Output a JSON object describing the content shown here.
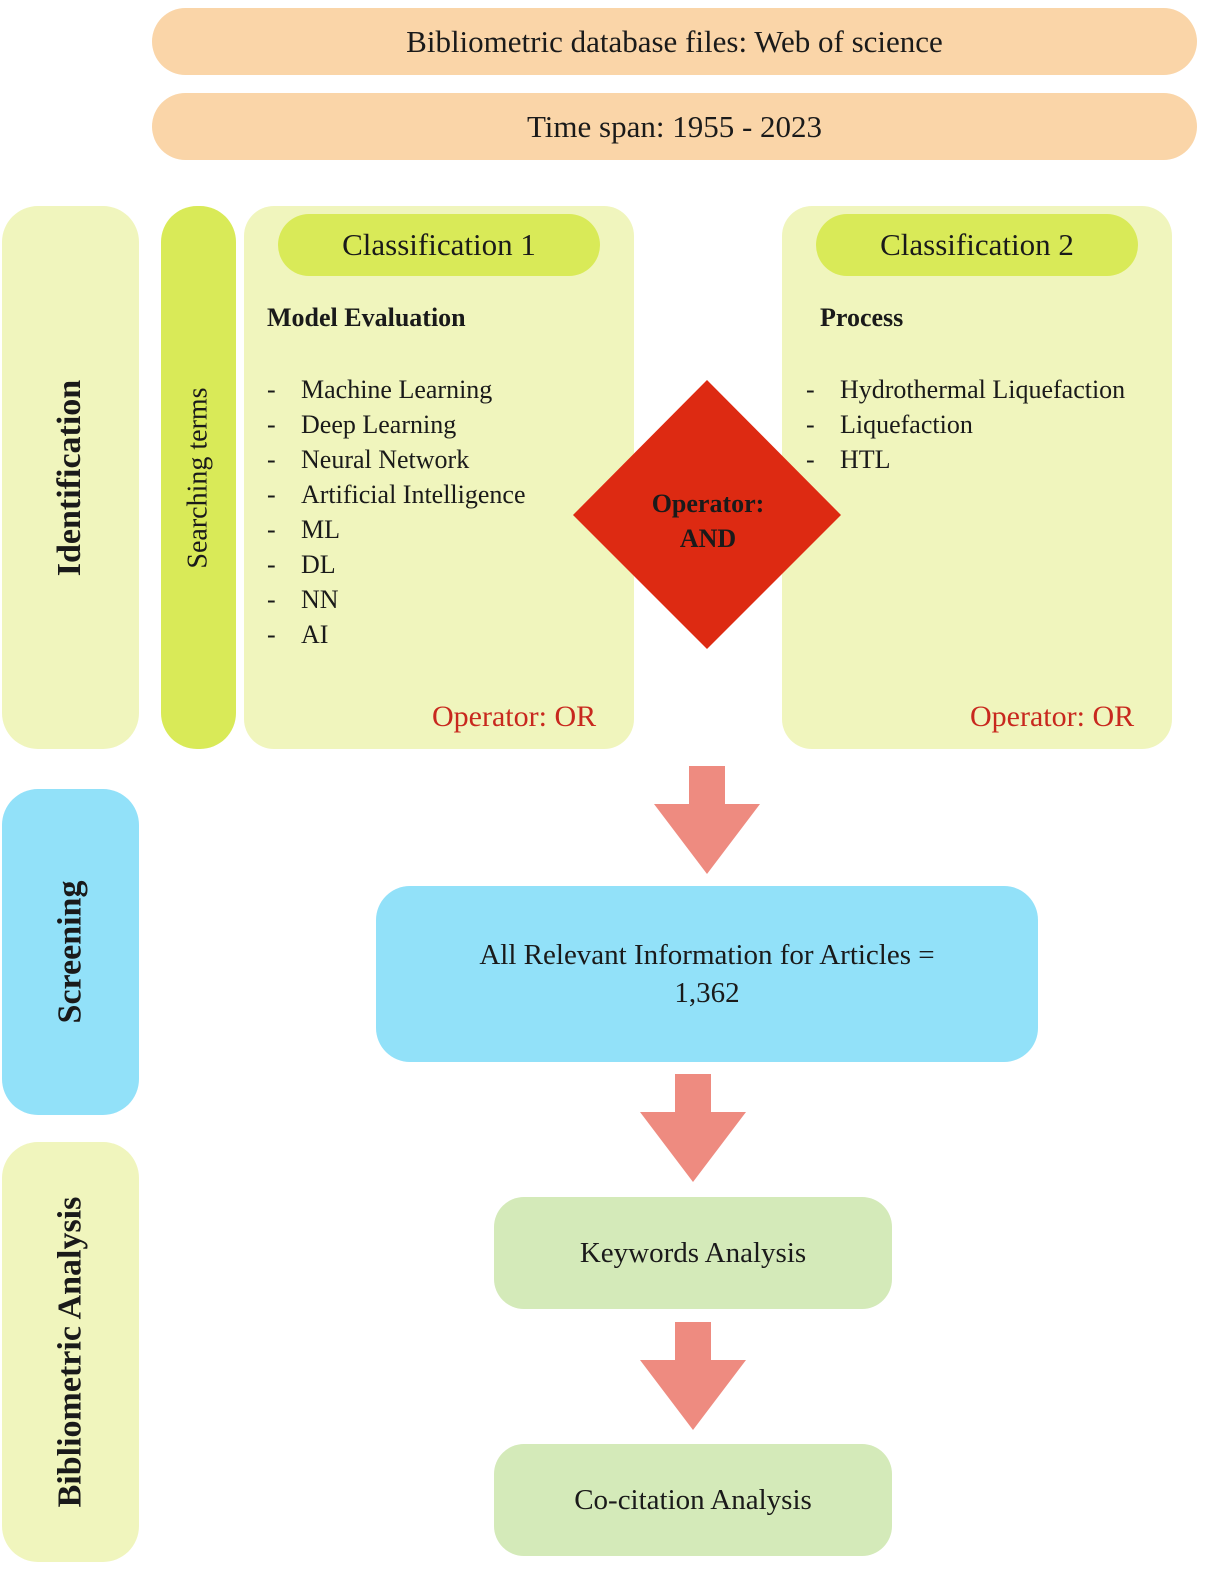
{
  "header": {
    "database": "Bibliometric database files: Web of science",
    "timespan": "Time span: 1955 - 2023"
  },
  "stages": {
    "identification": "Identification",
    "screening": "Screening",
    "bibliometric": "Bibliometric Analysis"
  },
  "searching_terms": "Searching terms",
  "classification1": {
    "title": "Classification 1",
    "subtitle": "Model Evaluation",
    "items": [
      "Machine Learning",
      "Deep Learning",
      "Neural Network",
      "Artificial Intelligence",
      "ML",
      "DL",
      "NN",
      "AI"
    ],
    "operator": "Operator: OR"
  },
  "classification2": {
    "title": "Classification 2",
    "subtitle": "Process",
    "items": [
      "Hydrothermal Liquefaction",
      "Liquefaction",
      "HTL"
    ],
    "operator": "Operator: OR"
  },
  "and_operator": {
    "line1": "Operator:",
    "line2": "AND"
  },
  "bullet": "-",
  "screening_box": {
    "line1": "All Relevant Information for Articles =",
    "line2": "1,362"
  },
  "keywords_analysis": "Keywords Analysis",
  "cocitation_analysis": "Co-citation Analysis",
  "colors": {
    "orange": "#fad5a8",
    "light_green": "#f0f5bd",
    "lime_green": "#d9ea58",
    "blue": "#92e1f9",
    "soft_green": "#d4eab9",
    "red_diamond": "#dd2a12",
    "arrow": "#ee8b80",
    "operator_or": "#c8281e"
  }
}
